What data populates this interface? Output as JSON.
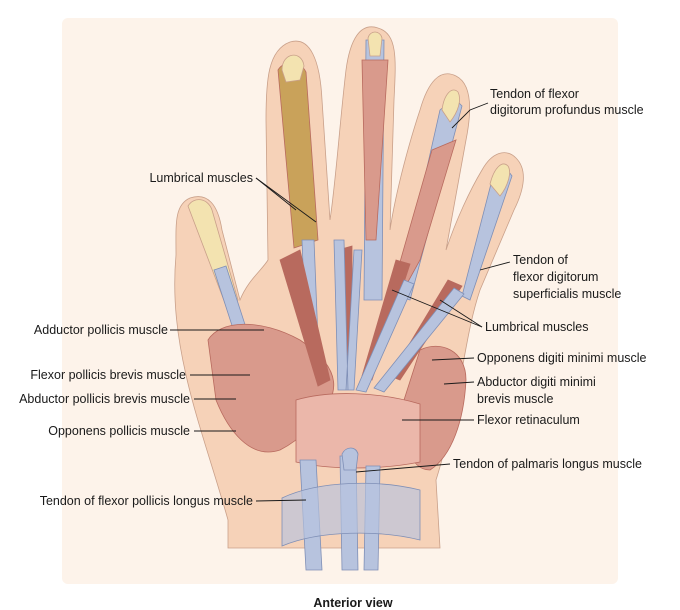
{
  "colors": {
    "background": "#fdf3ea",
    "skin": "#f6d2b8",
    "skin_edge": "#c9a08a",
    "muscle": "#d99a8c",
    "muscle_dark": "#b86a5e",
    "muscle_light": "#ebb7aa",
    "tendon": "#b7c3de",
    "tendon_dark": "#7f8fb6",
    "bone": "#f3e3b0",
    "sheath": "#c9a25a",
    "text": "#1a1a1a"
  },
  "labels": {
    "tendon_fdp_1": "Tendon of flexor",
    "tendon_fdp_2": "digitorum profundus muscle",
    "lumbrical_top": "Lumbrical muscles",
    "tendon_fds_1": "Tendon of",
    "tendon_fds_2": "flexor digitorum",
    "tendon_fds_3": "superficialis muscle",
    "adductor_pollicis": "Adductor pollicis muscle",
    "lumbrical_right": "Lumbrical muscles",
    "opponens_digiti_minimi": "Opponens digiti minimi muscle",
    "flexor_pollicis_brevis": "Flexor pollicis brevis muscle",
    "abductor_digiti_minimi_1": "Abductor digiti minimi",
    "abductor_digiti_minimi_2": "brevis muscle",
    "abductor_pollicis_brevis": "Abductor pollicis brevis muscle",
    "flexor_retinaculum": "Flexor retinaculum",
    "opponens_pollicis": "Opponens pollicis muscle",
    "tendon_palmaris_longus": "Tendon of palmaris longus muscle",
    "tendon_fpl": "Tendon of flexor pollicis longus muscle"
  },
  "caption": "Anterior view"
}
